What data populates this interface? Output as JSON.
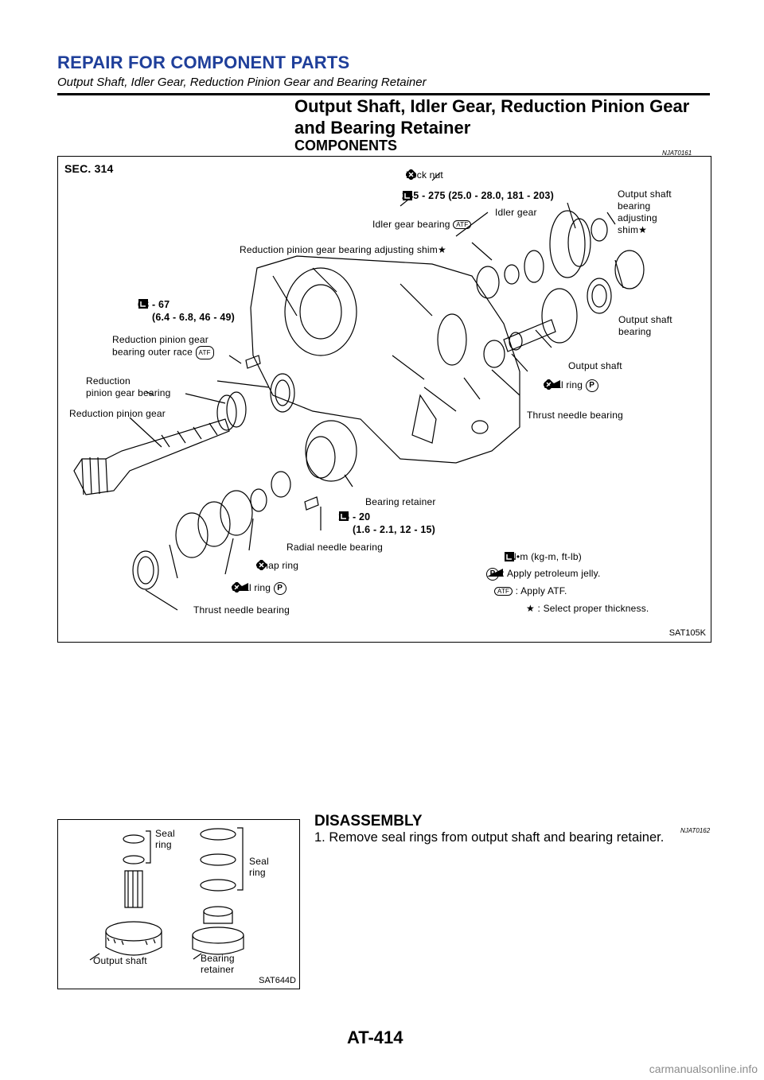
{
  "header": {
    "title": "REPAIR FOR COMPONENT PARTS",
    "subtitle": "Output Shaft, Idler Gear, Reduction Pinion Gear and Bearing Retainer"
  },
  "section": {
    "title": "Output Shaft, Idler Gear, Reduction Pinion Gear and Bearing Retainer",
    "components_heading": "COMPONENTS",
    "components_ref": "NJAT0161",
    "disassembly_heading": "DISASSEMBLY",
    "disassembly_ref": "NJAT0162",
    "step_1": "1. Remove seal rings from output shaft and bearing retainer."
  },
  "figure1": {
    "sec": "SEC. 314",
    "code": "SAT105K",
    "labels": {
      "lock_nut": "Lock nut",
      "lock_nut_torque": "245 - 275 (25.0 - 28.0, 181 - 203)",
      "idler_gear": "Idler gear",
      "idler_gear_bearing": "Idler gear bearing",
      "output_shaft_bearing_adjusting_shim": [
        "Output shaft",
        "bearing",
        "adjusting",
        "shim"
      ],
      "reduction_pinion_gear_bearing_adjusting_shim": "Reduction pinion gear bearing adjusting shim",
      "torque_63_67": [
        "63 - 67",
        "(6.4 - 6.8, 46 - 49)"
      ],
      "reduction_pinion_gear_outer_race": [
        "Reduction pinion gear",
        "bearing outer race"
      ],
      "reduction_pinion_gear_bearing": [
        "Reduction",
        "pinion gear bearing"
      ],
      "reduction_pinion_gear": "Reduction pinion gear",
      "output_shaft_bearing": [
        "Output shaft",
        "bearing"
      ],
      "output_shaft": "Output shaft",
      "seal_ring_upper": "Seal ring",
      "thrust_needle_bearing_upper": "Thrust needle bearing",
      "bearing_retainer": "Bearing retainer",
      "torque_16_20": [
        "16 - 20",
        "(1.6 - 2.1, 12 - 15)"
      ],
      "radial_needle_bearing": "Radial needle bearing",
      "snap_ring": "Snap ring",
      "seal_ring_lower": "Seal ring",
      "thrust_needle_bearing_lower": "Thrust needle bearing"
    },
    "legend": {
      "torque": ": N•m (kg-m, ft-lb)",
      "jelly": ": Apply petroleum jelly.",
      "atf": ": Apply ATF.",
      "star": ": Select proper thickness."
    },
    "atf_tag": "ATF",
    "star_symbol": "★",
    "p_symbol": "P"
  },
  "figure2": {
    "code": "SAT644D",
    "labels": {
      "seal_ring_left": [
        "Seal",
        "ring"
      ],
      "seal_ring_right": [
        "Seal",
        "ring"
      ],
      "output_shaft": "Output shaft",
      "bearing_retainer": [
        "Bearing",
        "retainer"
      ]
    }
  },
  "footer": {
    "page_number": "AT-414",
    "watermark": "carmanualsonline.info"
  }
}
